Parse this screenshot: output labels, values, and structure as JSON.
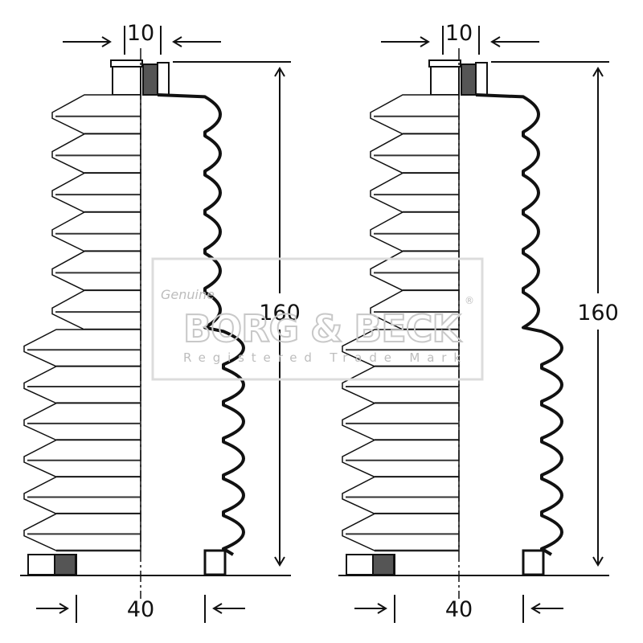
{
  "diagram": {
    "title": "Steering rack boot dimensions",
    "boots": [
      {
        "name": "boot-left",
        "dims": {
          "top_diameter": "10",
          "height": "160",
          "bottom_diameter": "40"
        }
      },
      {
        "name": "boot-right",
        "dims": {
          "top_diameter": "10",
          "height": "160",
          "bottom_diameter": "40"
        }
      }
    ],
    "watermark": {
      "brand": "BORG & BECK",
      "registered": "®",
      "tagline": "Registered Trade Mark",
      "script": "Genuine"
    },
    "colors": {
      "line": "#111111",
      "fill": "#ffffff",
      "watermark": "#d6d6d6"
    }
  }
}
